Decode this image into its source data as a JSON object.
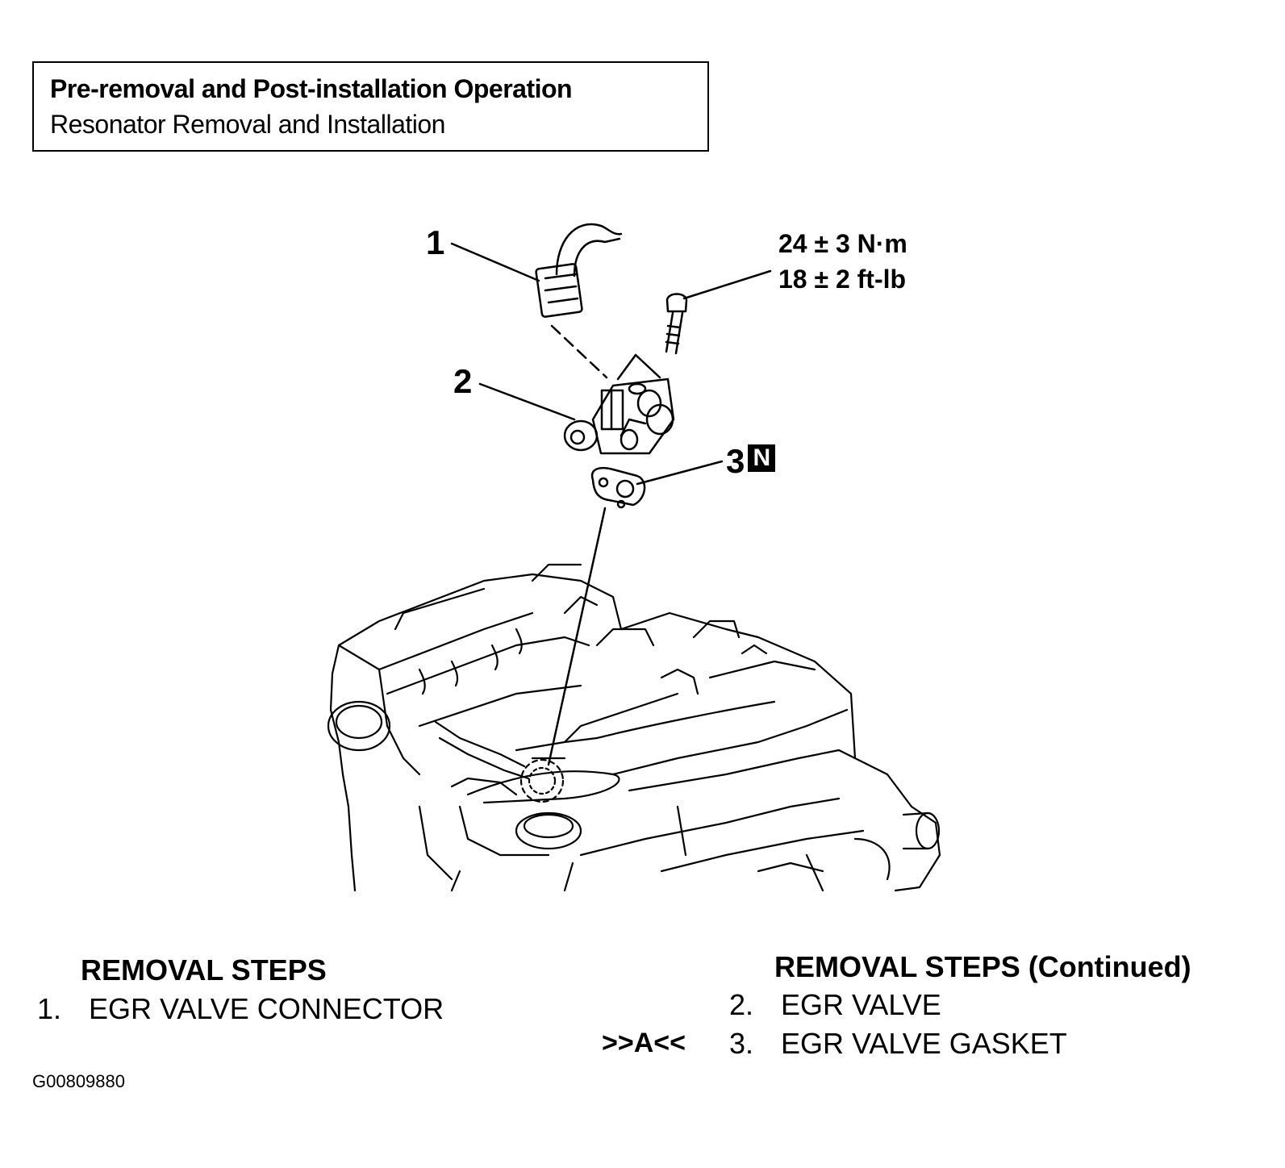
{
  "header": {
    "title": "Pre-removal and Post-installation Operation",
    "subtitle": "Resonator Removal and Installation"
  },
  "callouts": {
    "c1": "1",
    "c2": "2",
    "c3": "3",
    "c3_badge": "N"
  },
  "torque": {
    "metric": "24 ± 3 N·m",
    "imperial": "18 ± 2 ft-lb"
  },
  "left_steps": {
    "heading": "REMOVAL STEPS",
    "items": [
      {
        "num": "1.",
        "label": "EGR VALVE CONNECTOR"
      }
    ]
  },
  "right_steps": {
    "heading": "REMOVAL STEPS (Continued)",
    "items": [
      {
        "num": "2.",
        "label": "EGR VALVE",
        "marker": ""
      },
      {
        "num": "3.",
        "label": "EGR VALVE GASKET",
        "marker": ">>A<<"
      }
    ]
  },
  "figure_id": "G00809880"
}
